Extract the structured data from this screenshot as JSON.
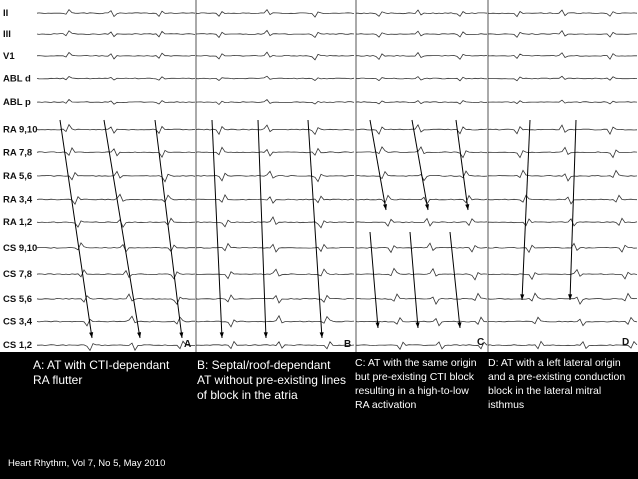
{
  "figure": {
    "channels": [
      "II",
      "III",
      "V1",
      "ABL d",
      "ABL p",
      "RA 9,10",
      "RA 7,8",
      "RA 5,6",
      "RA 3,4",
      "RA 1,2",
      "CS 9,10",
      "CS 7,8",
      "CS 5,6",
      "CS 3,4",
      "CS 1,2"
    ],
    "panels": [
      {
        "letter": "A"
      },
      {
        "letter": "B"
      },
      {
        "letter": "C"
      },
      {
        "letter": "D"
      }
    ]
  },
  "captions": {
    "a": "A: AT with CTI-dependant RA flutter",
    "b": "B: Septal/roof-dependant AT without pre-existing lines of block in the atria",
    "c": "C: AT with the same origin but pre-existing CTI block resulting in a high-to-low RA activation",
    "d": "D: AT with a left lateral origin and a pre-existing conduction block in the lateral mitral isthmus"
  },
  "citation": "Heart Rhythm, Vol 7, No 5, May 2010"
}
